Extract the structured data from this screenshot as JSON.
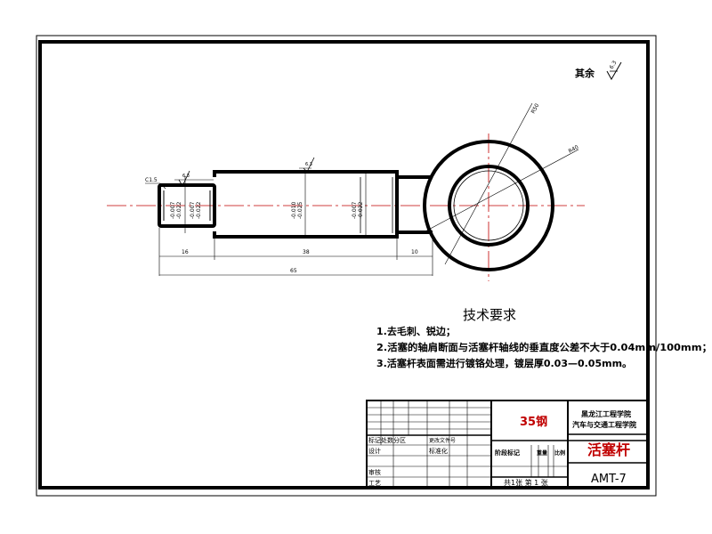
{
  "roughness": {
    "label": "其余",
    "value": "6.3"
  },
  "tech_req": {
    "title": "技术要求",
    "items": [
      "1.去毛刺、锐边；",
      "2.活塞的轴肩断面与活塞杆轴线的垂直度公差不大于0.04mm/100mm；",
      "3.活塞杆表面需进行镀铬处理，镀层厚0.03—0.05mm。"
    ]
  },
  "dimensions": {
    "d1": "16",
    "d2": "38",
    "d3": "10",
    "overall": "65",
    "r_outer": "R50",
    "r_inner": "R40",
    "chamfer": "C1.5",
    "ra_left": "6.3",
    "ra_mid": "6.3",
    "dia_small": "-0.007",
    "dia_small_b": "-0.022",
    "dia_mid_a": "-0.010",
    "dia_mid_b": "-0.025",
    "dia_big": "-0.007"
  },
  "title_block": {
    "material": "35钢",
    "school_1": "黑龙江工程学院",
    "school_2": "汽车与交通工程学院",
    "part_name": "活塞杆",
    "drawing_no": "AMT-7",
    "stage_label": "阶段标记",
    "weight_label": "重量",
    "scale_label": "比例",
    "sheet_info": "共1张  第 1 张",
    "row_designer_a": "标记处数分区",
    "row_designer_b": "更改文件号",
    "row_design": "设计",
    "row_standard": "标准化",
    "row_audit": "审核",
    "row_process": "工艺"
  }
}
